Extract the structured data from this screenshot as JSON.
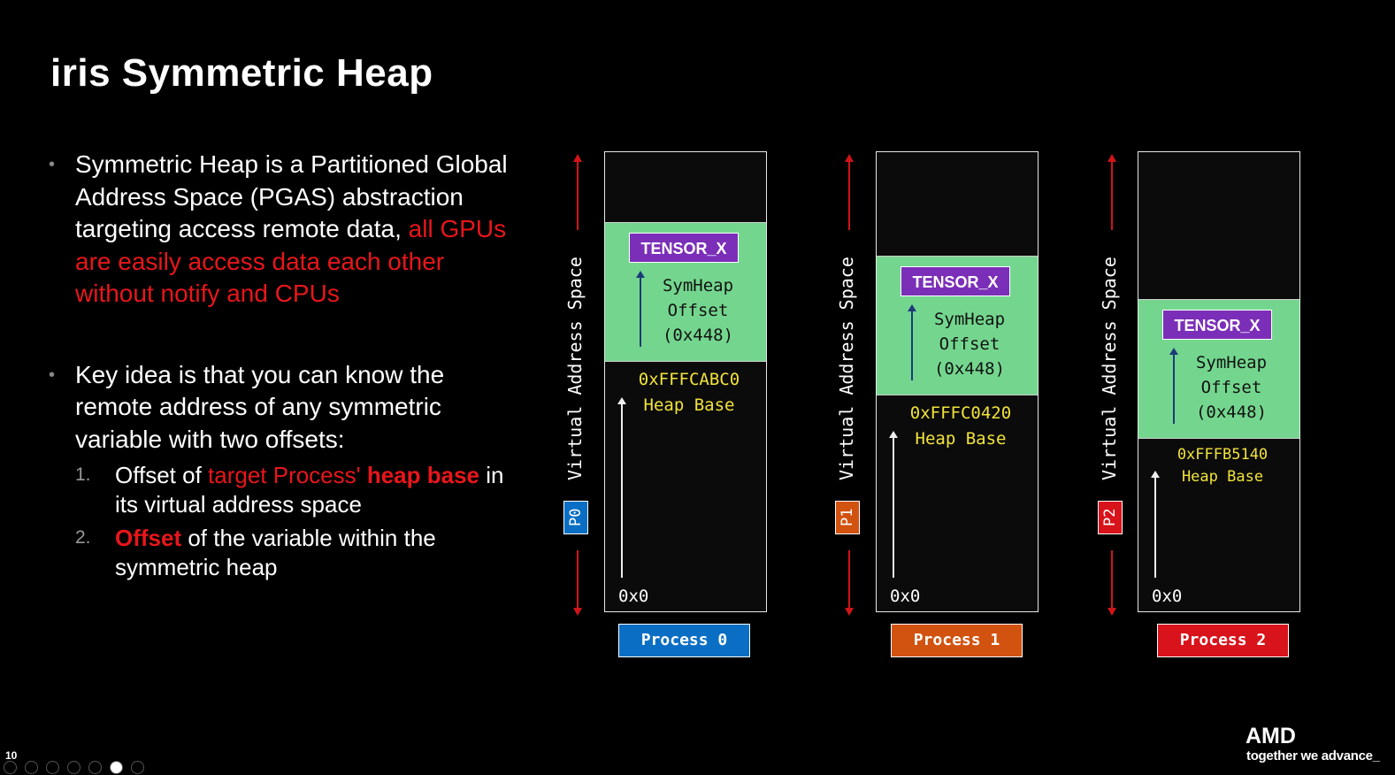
{
  "slide": {
    "title": "iris Symmetric Heap",
    "page_number": "10",
    "bullet1": {
      "text_a": "Symmetric Heap is a Partitioned Global Address Space (PGAS) abstraction targeting access remote data, ",
      "text_red": "all GPUs are easily access data each other without notify and CPUs"
    },
    "bullet2": {
      "text": "Key idea is that you can know the remote address of any symmetric variable with two offsets:",
      "items": [
        {
          "num": "1.",
          "a": "Offset of ",
          "red": "target Process' ",
          "red_bold": "heap base",
          "b": " in its virtual address space"
        },
        {
          "num": "2.",
          "red_bold": "Offset",
          "b": " of the variable within the symmetric heap"
        }
      ]
    }
  },
  "diagram": {
    "axis_label": "Virtual Address Space",
    "tensor_label": "TENSOR_X",
    "offset_lines": [
      "SymHeap",
      "Offset",
      "(0x448)"
    ],
    "heap_base_label": "Heap Base",
    "zero_label": "0x0",
    "processes": [
      {
        "badge": "P0",
        "label": "Process 0",
        "heap_base": "0xFFFCABC0",
        "color": "#0a6fc4"
      },
      {
        "badge": "P1",
        "label": "Process 1",
        "heap_base": "0xFFFC0420",
        "color": "#d2520f"
      },
      {
        "badge": "P2",
        "label": "Process 2",
        "heap_base": "0xFFFB5140",
        "color": "#d8131b"
      }
    ]
  },
  "brand": {
    "logo": "AMD",
    "tagline": "together we advance_"
  }
}
